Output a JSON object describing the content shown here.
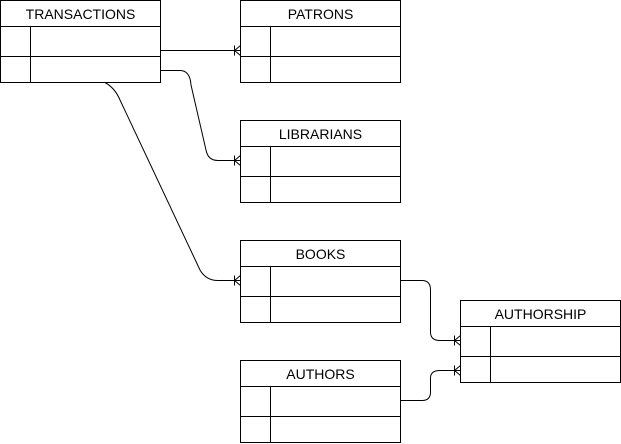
{
  "diagram": {
    "entities": {
      "transactions": {
        "title": "TRANSACTIONS"
      },
      "patrons": {
        "title": "PATRONS"
      },
      "librarians": {
        "title": "LIBRARIANS"
      },
      "books": {
        "title": "BOOKS"
      },
      "authorship": {
        "title": "AUTHORSHIP"
      },
      "authors": {
        "title": "AUTHORS"
      }
    },
    "relationships": [
      {
        "from": "transactions",
        "to": "patrons",
        "cardinality": "one-or-many"
      },
      {
        "from": "transactions",
        "to": "librarians",
        "cardinality": "one-or-many"
      },
      {
        "from": "transactions",
        "to": "books",
        "cardinality": "one-or-many"
      },
      {
        "from": "books",
        "to": "authorship",
        "cardinality": "one-or-many"
      },
      {
        "from": "authors",
        "to": "authorship",
        "cardinality": "one-or-many"
      }
    ],
    "colors": {
      "line": "#000000",
      "fill": "#ffffff"
    }
  }
}
